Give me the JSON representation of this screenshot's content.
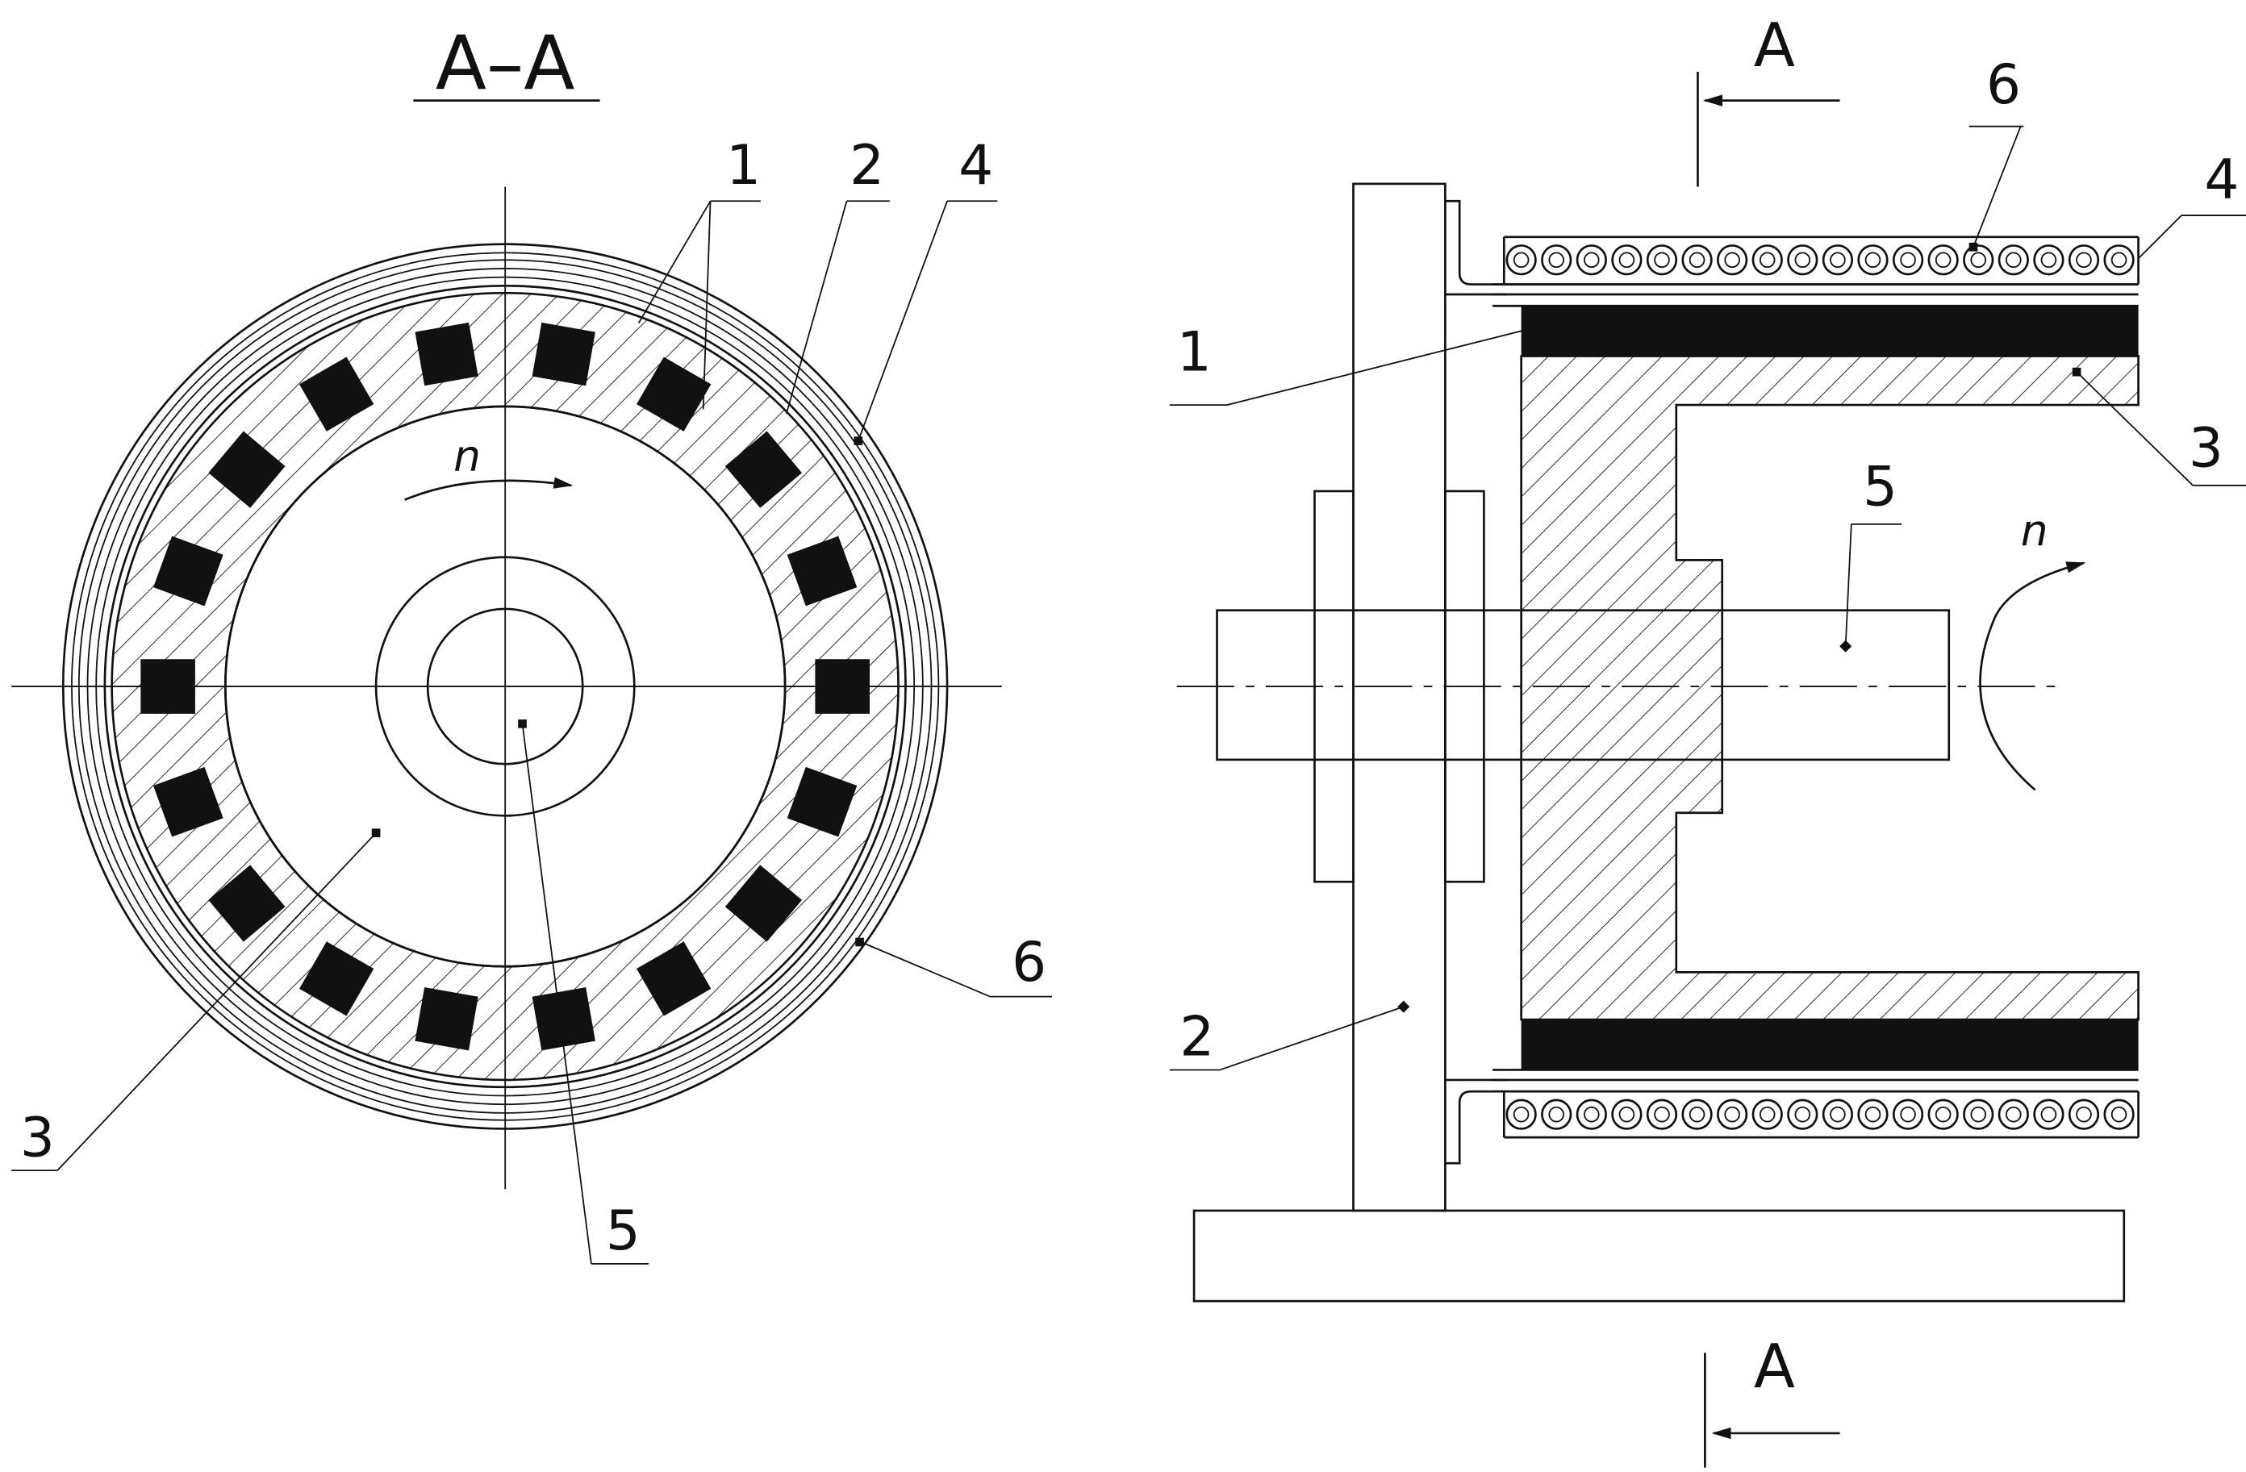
{
  "section_view": {
    "title": "A–A",
    "callouts": {
      "magnets": "1",
      "yoke": "2",
      "rotor": "3",
      "sleeve": "4",
      "shaft": "5",
      "coil": "6"
    },
    "rotation_label": "n"
  },
  "side_view": {
    "cut_top_label": "A",
    "cut_bottom_label": "A",
    "rotation_label": "n",
    "callouts": {
      "coil": "6",
      "sleeve": "4",
      "magnets": "1",
      "rotor": "3",
      "shaft": "5",
      "stand": "2"
    }
  }
}
